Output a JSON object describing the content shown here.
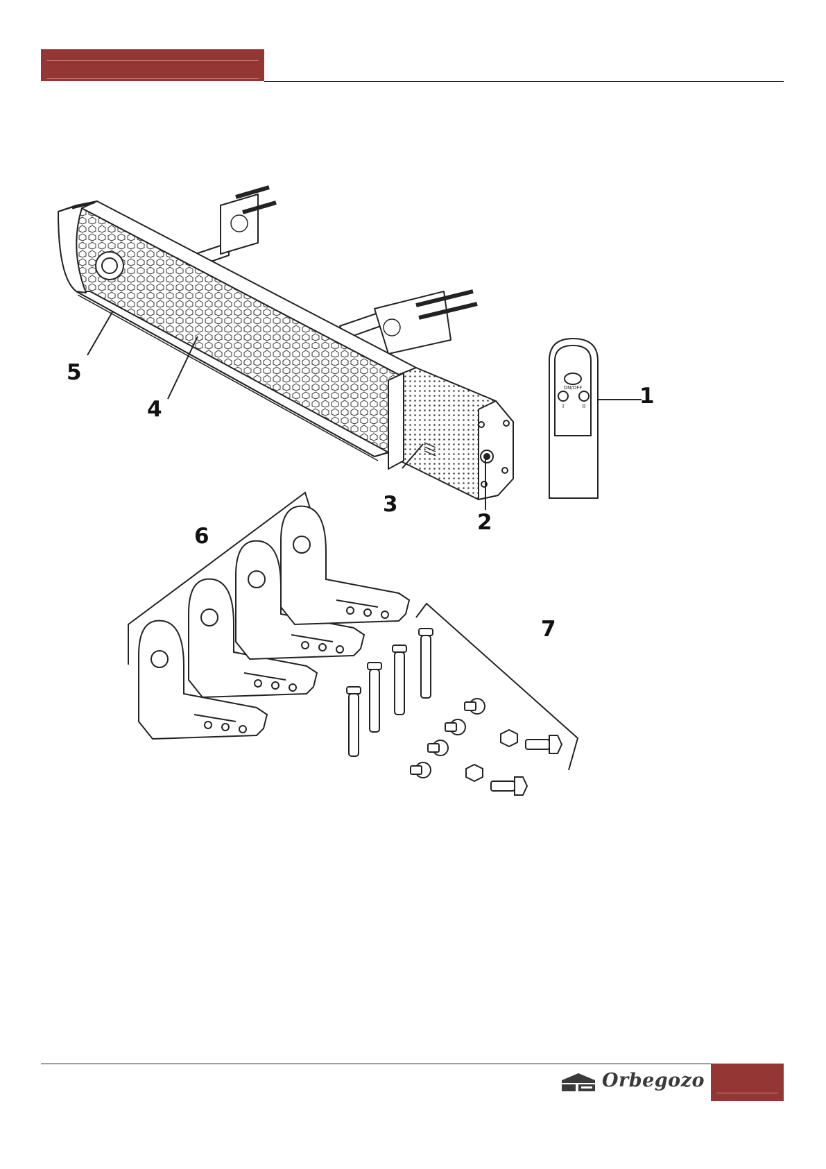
{
  "callouts": {
    "c1": "1",
    "c2": "2",
    "c3": "3",
    "c4": "4",
    "c5": "5",
    "c6": "6",
    "c7": "7"
  },
  "remote": {
    "power_label": "ON/OFF",
    "level1_label": "I",
    "level2_label": "II"
  },
  "footer": {
    "brand": "Orbegozo"
  },
  "colors": {
    "accent": "#943634",
    "line": "#222222"
  }
}
